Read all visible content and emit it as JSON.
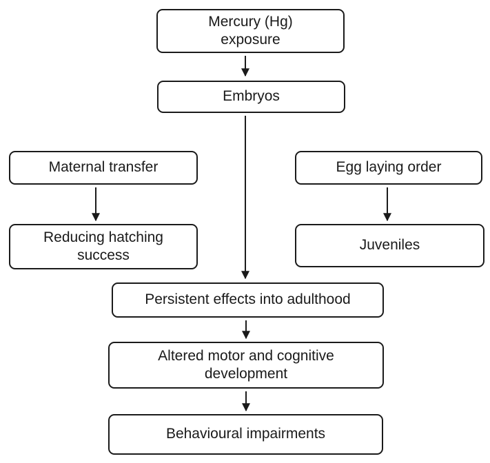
{
  "diagram": {
    "nodes": {
      "mercury_exposure": {
        "label": "Mercury (Hg)\nexposure"
      },
      "embryos": {
        "label": "Embryos"
      },
      "maternal_transfer": {
        "label": "Maternal transfer"
      },
      "reducing_hatching": {
        "label": "Reducing hatching\nsuccess"
      },
      "egg_laying_order": {
        "label": "Egg laying order"
      },
      "juveniles": {
        "label": "Juveniles"
      },
      "persistent_effects": {
        "label": "Persistent effects into adulthood"
      },
      "altered_development": {
        "label": "Altered motor and cognitive\ndevelopment"
      },
      "behavioural_impairments": {
        "label": "Behavioural impairments"
      }
    },
    "edges": [
      {
        "from": "mercury_exposure",
        "to": "embryos"
      },
      {
        "from": "embryos",
        "to": "persistent_effects"
      },
      {
        "from": "maternal_transfer",
        "to": "reducing_hatching"
      },
      {
        "from": "egg_laying_order",
        "to": "juveniles"
      },
      {
        "from": "persistent_effects",
        "to": "altered_development"
      },
      {
        "from": "altered_development",
        "to": "behavioural_impairments"
      }
    ],
    "colors": {
      "box_border": "#1a1a1a",
      "box_fill": "#ffffff",
      "text": "#1a1a1a",
      "arrow": "#1a1a1a",
      "background": "#ffffff"
    }
  }
}
